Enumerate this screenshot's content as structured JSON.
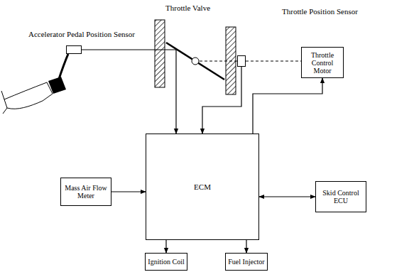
{
  "diagram": {
    "nodes": [
      {
        "text": [
          "Accelerator Pedal Position Sensor"
        ]
      },
      {
        "text": [
          "Throttle Position Sensor"
        ]
      },
      {
        "text": [
          "Throttle Control Motor"
        ]
      },
      {
        "text": [
          "Mass Air Flow Meter"
        ]
      },
      {
        "text": [
          "ECM"
        ]
      },
      {
        "text": [
          "Skid Control ECU"
        ]
      },
      {
        "text": [
          "Ignition Coil"
        ]
      },
      {
        "text": [
          "Fuel Injector"
        ]
      }
    ],
    "edges": [
      {
        "from": 0,
        "to": 4,
        "arrow": "to"
      },
      {
        "from": 1,
        "to": 4,
        "arrow": "to"
      },
      {
        "from": 4,
        "to": 2,
        "arrow": "to"
      },
      {
        "from": 3,
        "to": 4,
        "arrow": "to"
      },
      {
        "from": 4,
        "to": 5,
        "arrow": "both"
      },
      {
        "from": 4,
        "to": 6,
        "arrow": "to"
      },
      {
        "from": 4,
        "to": 7,
        "arrow": "to"
      },
      {
        "from": 1,
        "to": 2,
        "arrow": "none"
      }
    ],
    "labels": [
      "Throttle Valve"
    ]
  }
}
